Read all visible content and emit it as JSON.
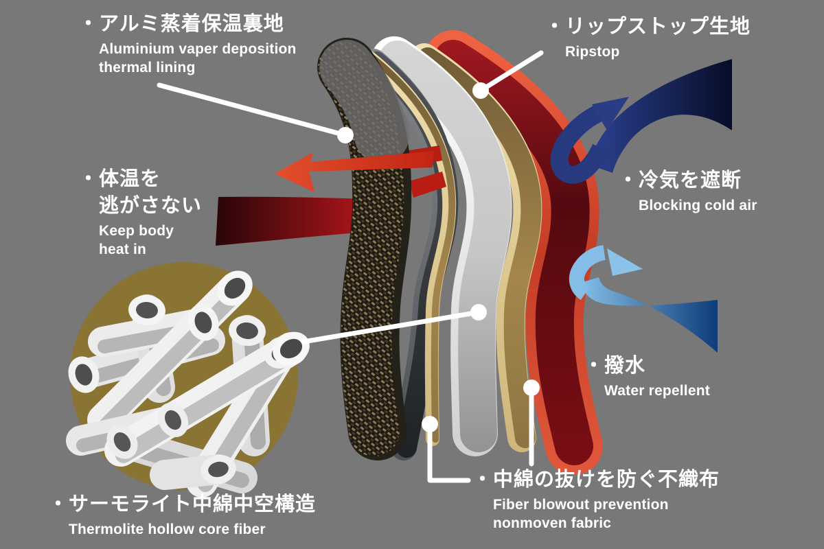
{
  "background": "#787878",
  "labels": [
    {
      "id": "aluminium-lining",
      "jp": "・アルミ蒸着保温裏地",
      "en": "Aluminium vaper deposition\nthermal lining"
    },
    {
      "id": "ripstop",
      "jp": "・リップストップ生地",
      "en": "Ripstop"
    },
    {
      "id": "keep-heat",
      "jp": "・体温を\n逃がさない",
      "en": "Keep body\nheat in"
    },
    {
      "id": "block-cold",
      "jp": "・冷気を遮断",
      "en": "Blocking cold air"
    },
    {
      "id": "water-repellent",
      "jp": "・撥水",
      "en": "Water repellent"
    },
    {
      "id": "thermolite",
      "jp": "・サーモライト中綿中空構造",
      "en": "Thermolite hollow core fiber"
    },
    {
      "id": "nonwoven",
      "jp": "・中綿の抜けを防ぐ不織布",
      "en": "Fiber blowout prevention\nnonmoven fabric"
    }
  ],
  "diagram": {
    "layers": [
      {
        "name": "aluminium-vapor-deposition-lining",
        "color": "#2a241d"
      },
      {
        "name": "base-fabric-dark",
        "color": "#33373b"
      },
      {
        "name": "nonwoven-inner",
        "color": "#a08147"
      },
      {
        "name": "thermolite-insulation",
        "color": "#c9c9c9"
      },
      {
        "name": "nonwoven-outer",
        "color": "#a08147"
      },
      {
        "name": "ripstop-shell",
        "color": "#6a0d12"
      }
    ],
    "arrows": [
      {
        "name": "body-heat-arrow",
        "color": "#d23822"
      },
      {
        "name": "cold-air-arrow",
        "color": "#1b2a66"
      },
      {
        "name": "water-arrow",
        "color": "#5da9dd"
      }
    ],
    "fiber_circle_color": "#8a7434",
    "leader_color": "#ffffff"
  }
}
